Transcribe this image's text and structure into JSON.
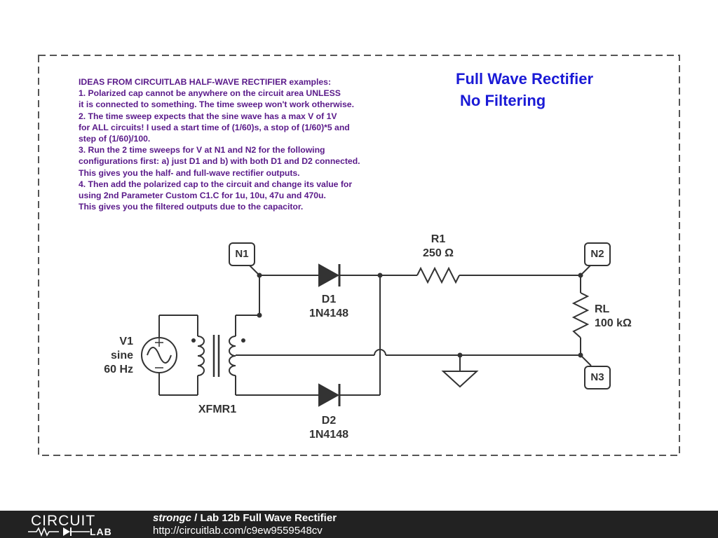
{
  "notes": [
    "IDEAS FROM CIRCUITLAB HALF-WAVE RECTIFIER examples:",
    "1. Polarized cap cannot be anywhere on the circuit area UNLESS",
    "it is connected to something. The time sweep won't work otherwise.",
    "2. The time sweep expects that the sine wave has a max V of 1V",
    "for ALL circuits! I used a start time of (1/60)s, a stop of (1/60)*5 and",
    "step of (1/60)/100.",
    "3. Run the 2 time sweeps for V at N1 and N2 for the following",
    "configurations first: a) just D1 and b) with both D1 and D2 connected.",
    "This gives you the half- and full-wave rectifier outputs.",
    "4. Then add the polarized cap to the circuit and change its value for",
    "using 2nd Parameter Custom C1.C for 1u, 10u, 47u and 470u.",
    "This gives you the filtered outputs due to the capacitor."
  ],
  "title": {
    "line1": "Full Wave Rectifier",
    "line2": "No Filtering"
  },
  "components": {
    "v1": {
      "name": "V1",
      "type": "sine",
      "freq": "60 Hz"
    },
    "xfmr": {
      "name": "XFMR1"
    },
    "d1": {
      "name": "D1",
      "part": "1N4148"
    },
    "d2": {
      "name": "D2",
      "part": "1N4148"
    },
    "r1": {
      "name": "R1",
      "value": "250 Ω"
    },
    "rl": {
      "name": "RL",
      "value": "100 kΩ"
    }
  },
  "nodes": {
    "n1": "N1",
    "n2": "N2",
    "n3": "N3"
  },
  "colors": {
    "wire": "#333333",
    "notes": "#5a1a8a",
    "title": "#1a1ad6",
    "footer": "#222222"
  },
  "footer": {
    "logo_top": "CIRCUIT",
    "logo_bottom": "LAB",
    "author": "strongc",
    "separator": " / ",
    "project": "Lab 12b Full Wave Rectifier",
    "url": "http://circuitlab.com/c9ew9559548cv"
  }
}
